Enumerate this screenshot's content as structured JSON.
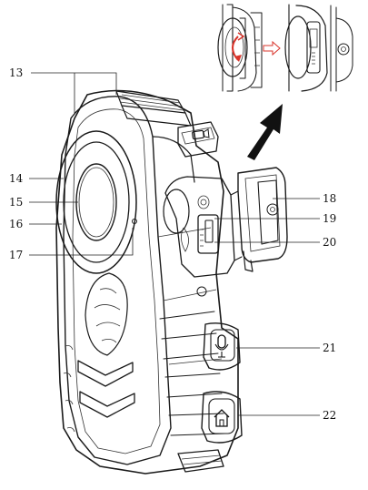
{
  "callouts": [
    {
      "id": "13",
      "label": "13"
    },
    {
      "id": "14",
      "label": "14"
    },
    {
      "id": "15",
      "label": "15"
    },
    {
      "id": "16",
      "label": "16"
    },
    {
      "id": "17",
      "label": "17"
    },
    {
      "id": "18",
      "label": "18"
    },
    {
      "id": "19",
      "label": "19"
    },
    {
      "id": "20",
      "label": "20"
    },
    {
      "id": "21",
      "label": "21"
    },
    {
      "id": "22",
      "label": "22"
    }
  ],
  "icons": {
    "rotate_arrow_color": "#d9342b",
    "top_button": "video-camera-icon",
    "side_button_1": "microphone-icon",
    "side_button_2": "home-icon"
  }
}
